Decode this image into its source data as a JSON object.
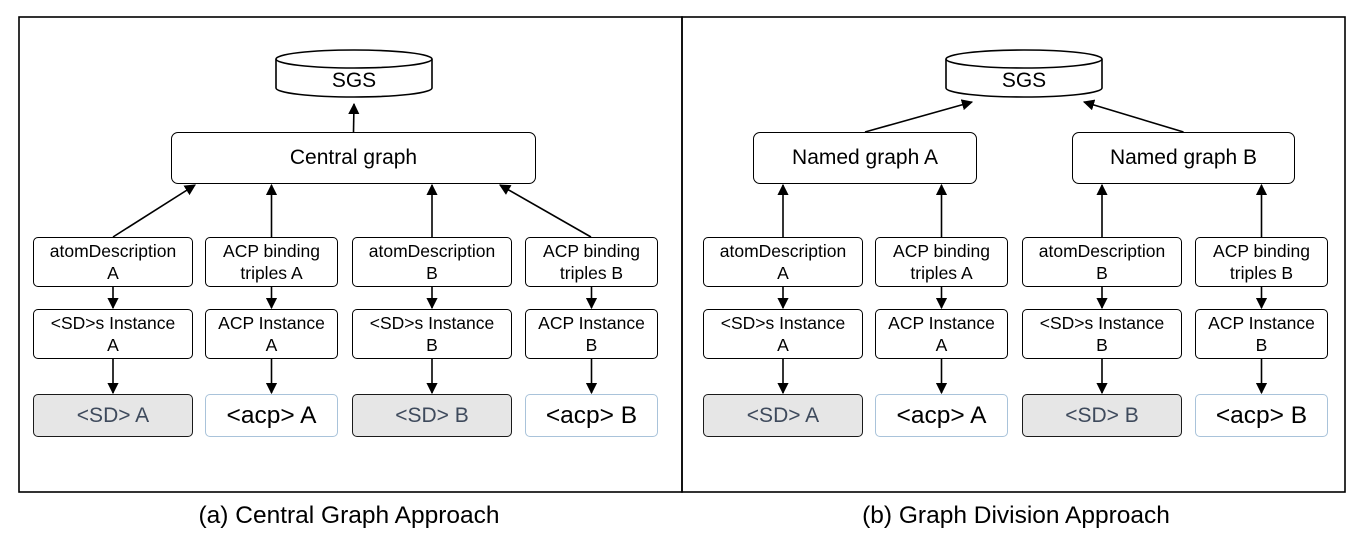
{
  "panels": [
    {
      "caption": "(a) Central Graph Approach",
      "store": "SGS",
      "graphs": [
        "Central graph"
      ],
      "columns": [
        {
          "description": [
            "atomDescription",
            "A"
          ],
          "instance": [
            "<SD>s Instance",
            "A"
          ],
          "resource": "<SD> A"
        },
        {
          "description": [
            "ACP binding",
            "triples A"
          ],
          "instance": [
            "ACP Instance",
            "A"
          ],
          "resource": "<acp> A"
        },
        {
          "description": [
            "atomDescription",
            "B"
          ],
          "instance": [
            "<SD>s Instance",
            "B"
          ],
          "resource": "<SD> B"
        },
        {
          "description": [
            "ACP binding",
            "triples B"
          ],
          "instance": [
            "ACP Instance",
            "B"
          ],
          "resource": "<acp> B"
        }
      ]
    },
    {
      "caption": "(b) Graph Division Approach",
      "store": "SGS",
      "graphs": [
        "Named graph A",
        "Named graph B"
      ],
      "columns": [
        {
          "description": [
            "atomDescription",
            "A"
          ],
          "instance": [
            "<SD>s Instance",
            "A"
          ],
          "resource": "<SD> A"
        },
        {
          "description": [
            "ACP binding",
            "triples A"
          ],
          "instance": [
            "ACP Instance",
            "A"
          ],
          "resource": "<acp> A"
        },
        {
          "description": [
            "atomDescription",
            "B"
          ],
          "instance": [
            "<SD>s Instance",
            "B"
          ],
          "resource": "<SD> B"
        },
        {
          "description": [
            "ACP binding",
            "triples B"
          ],
          "instance": [
            "ACP Instance",
            "B"
          ],
          "resource": "<acp> B"
        }
      ]
    }
  ]
}
